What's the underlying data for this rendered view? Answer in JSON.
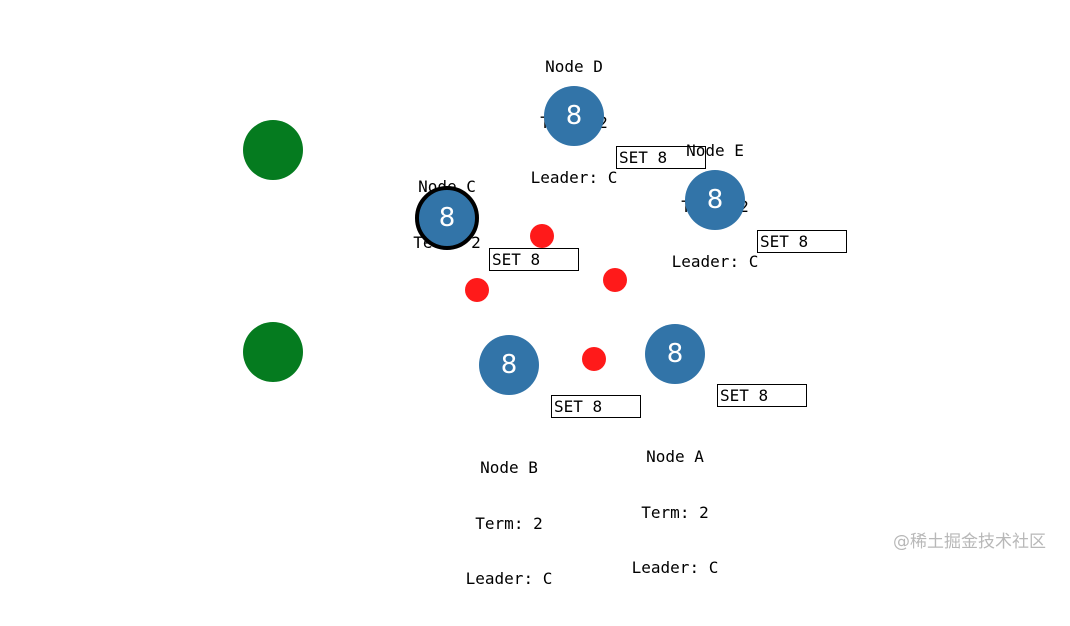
{
  "colors": {
    "client": "#057b1f",
    "node": "#3274a8",
    "message": "#ff1a1a"
  },
  "clients": [
    {
      "id": "client-1"
    },
    {
      "id": "client-2"
    }
  ],
  "nodes": [
    {
      "id": "node-c",
      "value": "8",
      "leader_ring": true,
      "lines": [
        "Node C",
        "Term: 2"
      ]
    },
    {
      "id": "node-d",
      "value": "8",
      "leader_ring": false,
      "lines": [
        "Node D",
        "Term: 2",
        "Leader: C"
      ]
    },
    {
      "id": "node-e",
      "value": "8",
      "leader_ring": false,
      "lines": [
        "Node E",
        "Term: 2",
        "Leader: C"
      ]
    },
    {
      "id": "node-b",
      "value": "8",
      "leader_ring": false,
      "lines": [
        "Node B",
        "Term: 2",
        "Leader: C"
      ]
    },
    {
      "id": "node-a",
      "value": "8",
      "leader_ring": false,
      "lines": [
        "Node A",
        "Term: 2",
        "Leader: C"
      ]
    }
  ],
  "messages": [
    {
      "id": "msg-1"
    },
    {
      "id": "msg-2"
    },
    {
      "id": "msg-3"
    },
    {
      "id": "msg-4"
    }
  ],
  "set_boxes": [
    {
      "id": "set-e-d",
      "text": "SET 8"
    },
    {
      "id": "set-e",
      "text": "SET 8"
    },
    {
      "id": "set-c",
      "text": "SET 8"
    },
    {
      "id": "set-b",
      "text": "SET 8"
    },
    {
      "id": "set-a",
      "text": "SET 8"
    }
  ],
  "watermark": "@稀土掘金技术社区"
}
